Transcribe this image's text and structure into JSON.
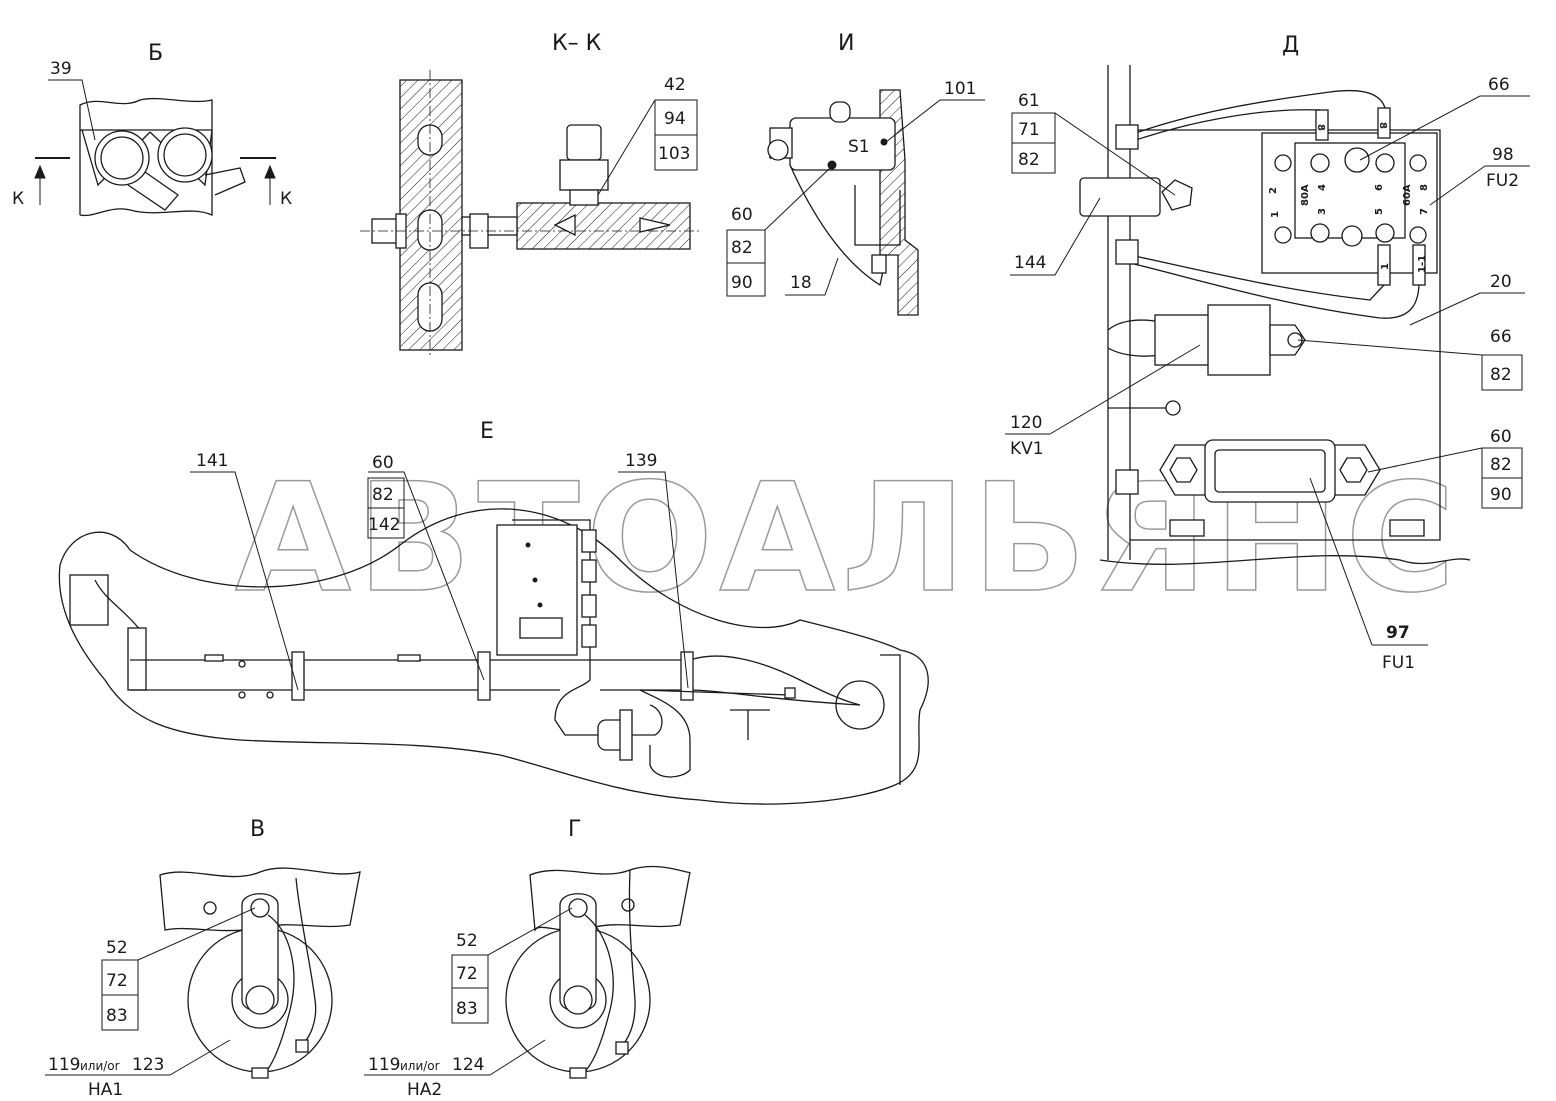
{
  "watermark": "АВТОАЛЬЯНС",
  "views": {
    "b": {
      "title": "Б",
      "section_left": "К",
      "section_right": "К",
      "callouts": [
        "39"
      ]
    },
    "kk": {
      "title": "К– К",
      "callouts": [
        "42",
        "94",
        "103"
      ]
    },
    "i": {
      "title": "И",
      "component": "S1",
      "callouts_top": [
        "101"
      ],
      "callouts_left": [
        "60",
        "82",
        "90"
      ],
      "callout_wire": "18"
    },
    "d": {
      "title": "Д",
      "callouts_left_top": [
        "61",
        "71",
        "82"
      ],
      "callout_144": "144",
      "callout_120": "120",
      "designator_kv1": "KV1",
      "callout_66_top": "66",
      "callout_98": "98",
      "designator_fu2": "FU2",
      "callout_20": "20",
      "callouts_right_mid": [
        "66",
        "82"
      ],
      "callouts_right_low": [
        "60",
        "82",
        "90"
      ],
      "callout_97": "97",
      "designator_fu1": "FU1",
      "fuse_block": {
        "t2": "2",
        "t1": "1",
        "t3": "3",
        "t4": "4",
        "t5": "5",
        "t6": "6",
        "t7": "7",
        "t8": "8",
        "rating_left": "80A",
        "rating_right": "60A",
        "wire_top_left": "8",
        "wire_top_right": "8",
        "wire_bottom_left": "1",
        "wire_bottom_right": "1-1"
      }
    },
    "e": {
      "title": "Е",
      "callout_141": "141",
      "callouts_center": [
        "60",
        "82",
        "142"
      ],
      "callout_139": "139"
    },
    "v": {
      "title": "В",
      "callouts": [
        "52",
        "72",
        "83"
      ],
      "part_main": "119",
      "part_or": "или/or",
      "part_alt": "123",
      "designator": "HA1"
    },
    "g": {
      "title": "Г",
      "callouts": [
        "52",
        "72",
        "83"
      ],
      "part_main": "119",
      "part_or": "или/or",
      "part_alt": "124",
      "designator": "HA2"
    }
  }
}
